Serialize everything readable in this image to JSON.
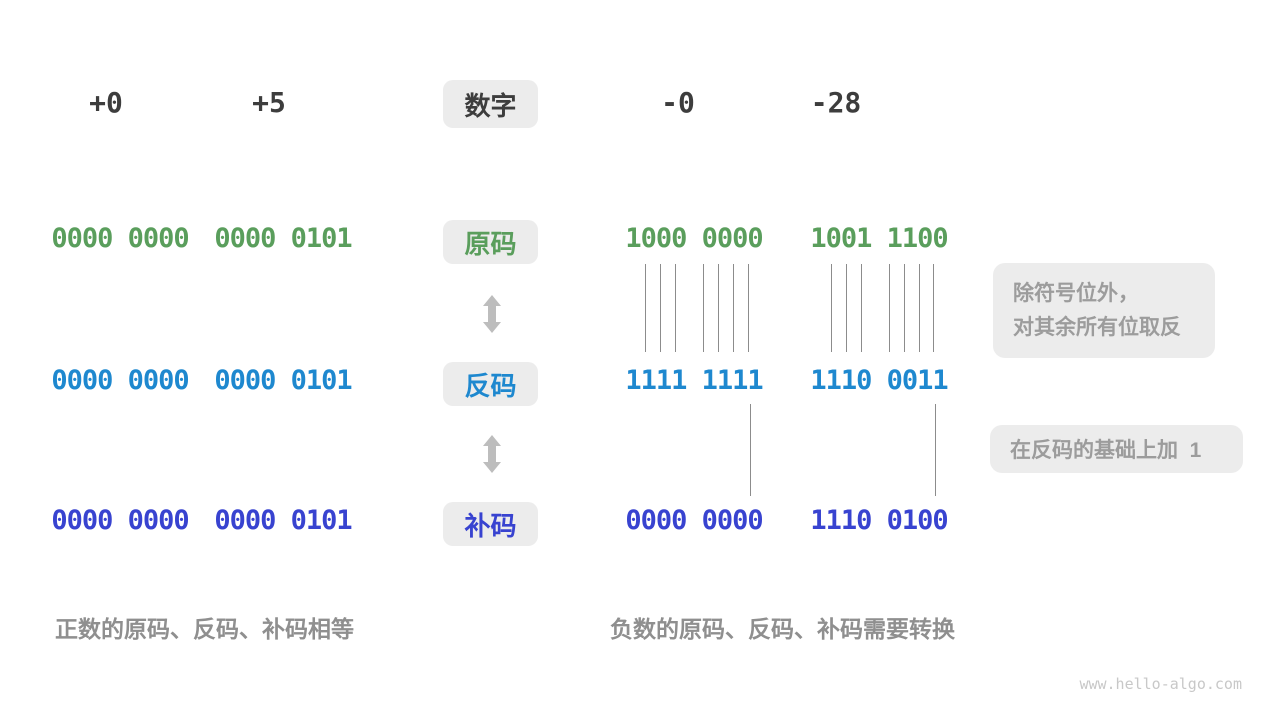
{
  "page": {
    "background": "#ffffff",
    "watermark": "www.hello-algo.com"
  },
  "colors": {
    "sign_magnitude_green": "#5a9e5c",
    "ones_complement_blue": "#1e88cf",
    "twos_complement_indigo": "#3843d0",
    "header_text": "#3d3d3d",
    "tag_box_bg": "#ececec",
    "note_text": "#9c9c9c",
    "caption_text": "#8f8f8f",
    "connector_line": "#8c8c8c",
    "arrow_gray": "#bdbdbd"
  },
  "header": {
    "col1": "+0",
    "col2": "+5",
    "center_label": "数字",
    "col3": "-0",
    "col4": "-28"
  },
  "rows": [
    {
      "label": "原码",
      "values": [
        "0000 0000",
        "0000 0101",
        "1000 0000",
        "1001 1100"
      ]
    },
    {
      "label": "反码",
      "values": [
        "0000 0000",
        "0000 0101",
        "1111 1111",
        "1110 0011"
      ]
    },
    {
      "label": "补码",
      "values": [
        "0000 0000",
        "0000 0101",
        "0000 0000",
        "1110 0100"
      ]
    }
  ],
  "annotations": {
    "invert_note_line1": "除符号位外，",
    "invert_note_line2": "对其余所有位取反",
    "add_one_note": "在反码的基础上加  1"
  },
  "captions": {
    "positive": "正数的原码、反码、补码相等",
    "negative": "负数的原码、反码、补码需要转换"
  }
}
